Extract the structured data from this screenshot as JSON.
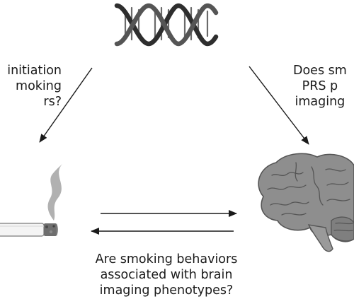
{
  "captions": {
    "left": {
      "line1": "initiation",
      "line2": "moking",
      "line3": "rs?"
    },
    "right": {
      "line1": "Does sm",
      "line2": "PRS p",
      "line3": "imaging"
    },
    "bottom": {
      "line1": "Are smoking behaviors",
      "line2": "associated with brain",
      "line3": "imaging phenotypes?"
    }
  },
  "icons": {
    "top": "dna-helix-icon",
    "left": "cigarette-icon",
    "right": "brain-icon"
  },
  "colors": {
    "text": "#1a1a1a",
    "arrow": "#1a1a1a",
    "dna_strand": "#3a3a3a",
    "brain": "#8e8e8e",
    "smoke": "#a8a8a8"
  }
}
